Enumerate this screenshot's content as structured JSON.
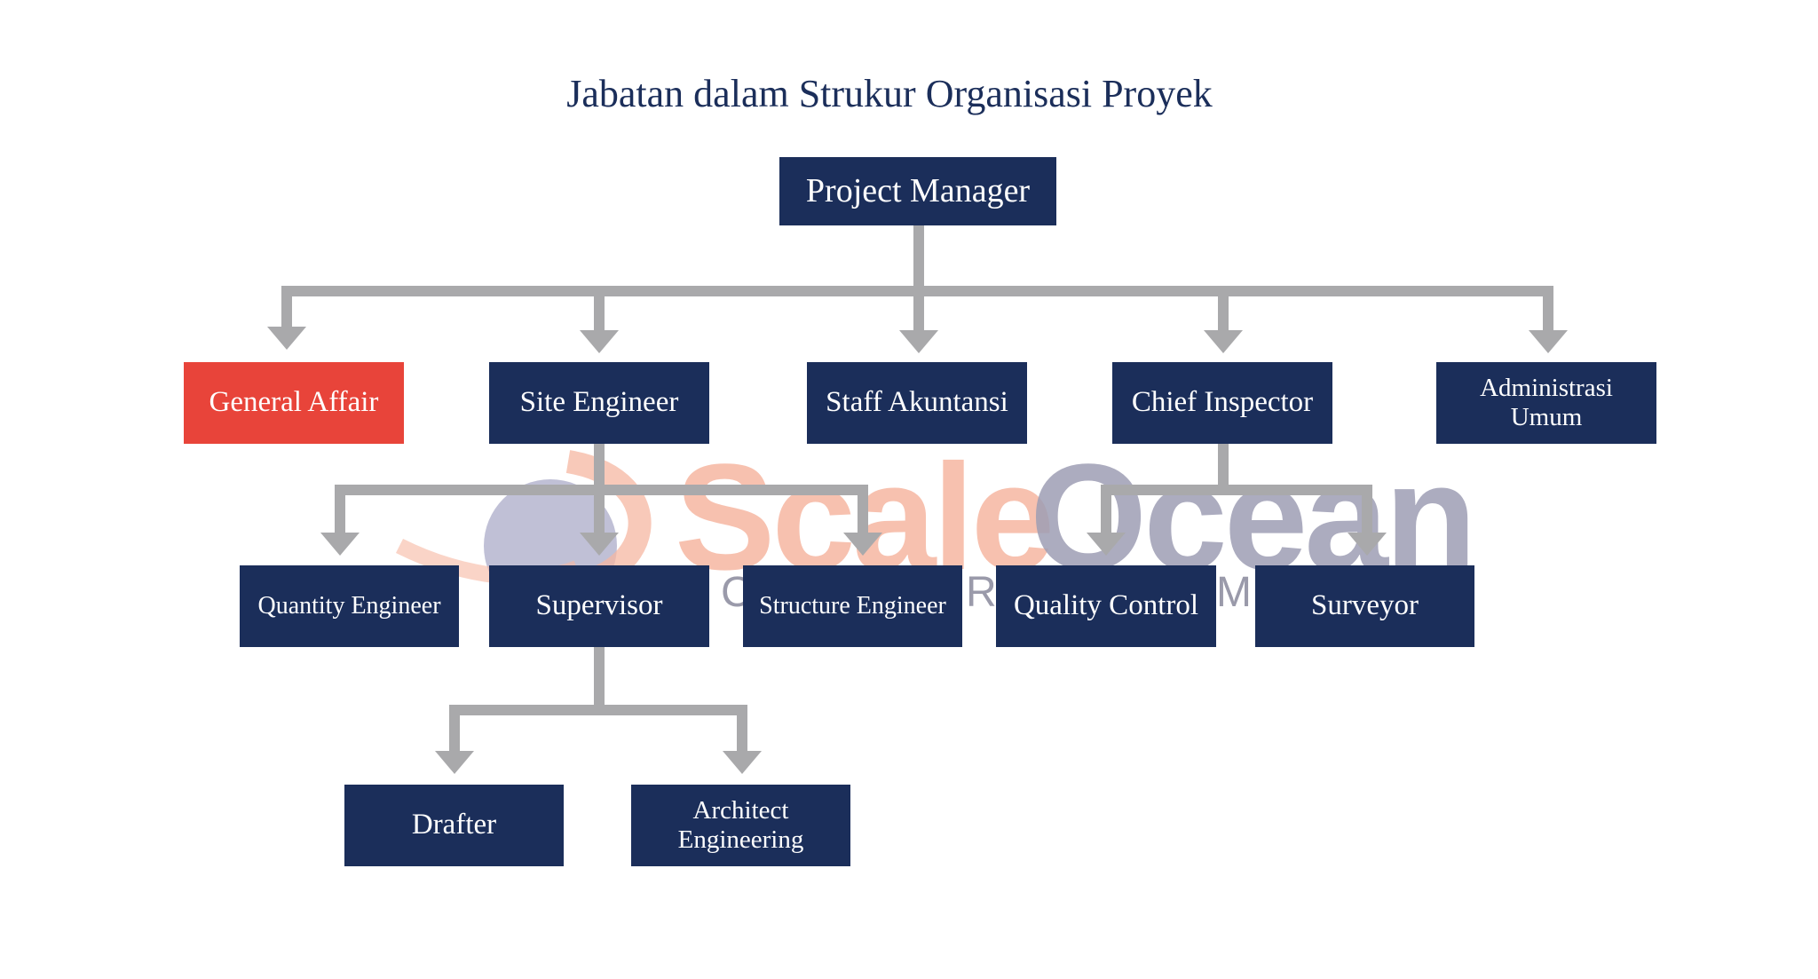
{
  "title": "Jabatan dalam Strukur Organisasi Proyek",
  "watermark": {
    "part1": "Scale",
    "part2": "Ocean",
    "sub_left": "C",
    "sub_mid": "R",
    "sub_right": "M"
  },
  "colors": {
    "node": "#1b2e5a",
    "accent": "#e8443a",
    "connector": "#a9a9ab",
    "title": "#1b2e5a"
  },
  "nodes": {
    "project_manager": "Project Manager",
    "general_affair": "General Affair",
    "site_engineer": "Site Engineer",
    "staff_akuntansi": "Staff Akuntansi",
    "chief_inspector": "Chief Inspector",
    "administrasi_umum": [
      "Administrasi",
      "Umum"
    ],
    "quantity_engineer": "Quantity Engineer",
    "supervisor": "Supervisor",
    "structure_engineer": "Structure Engineer",
    "quality_control": "Quality Control",
    "surveyor": "Surveyor",
    "drafter": "Drafter",
    "architect_engineering": [
      "Architect",
      "Engineering"
    ]
  }
}
